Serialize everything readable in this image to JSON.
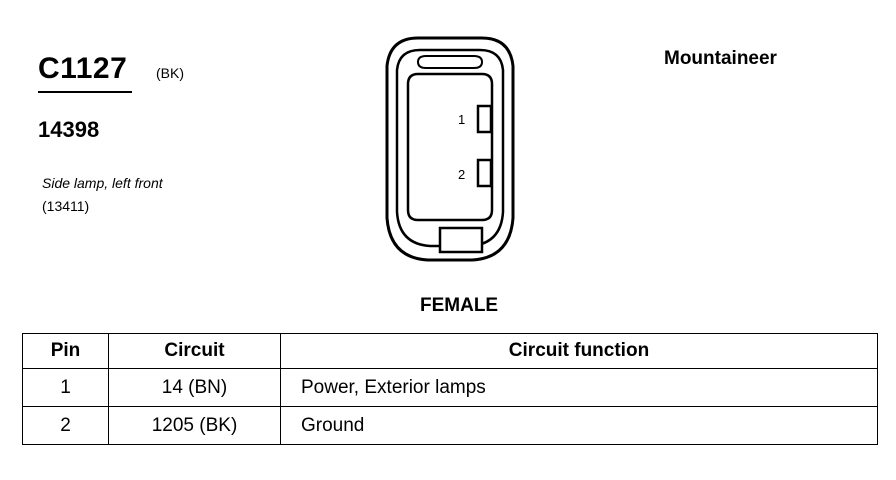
{
  "connector": {
    "id": "C1127",
    "color": "(BK)",
    "part_number": "14398",
    "description": "Side lamp, left front",
    "reference": "(13411)",
    "vehicle": "Mountaineer",
    "gender": "FEMALE"
  },
  "pin_labels": [
    "1",
    "2"
  ],
  "table": {
    "headers": [
      "Pin",
      "Circuit",
      "Circuit function"
    ],
    "rows": [
      {
        "pin": "1",
        "circuit": "14 (BN)",
        "function": "Power, Exterior lamps"
      },
      {
        "pin": "2",
        "circuit": "1205 (BK)",
        "function": "Ground"
      }
    ]
  }
}
